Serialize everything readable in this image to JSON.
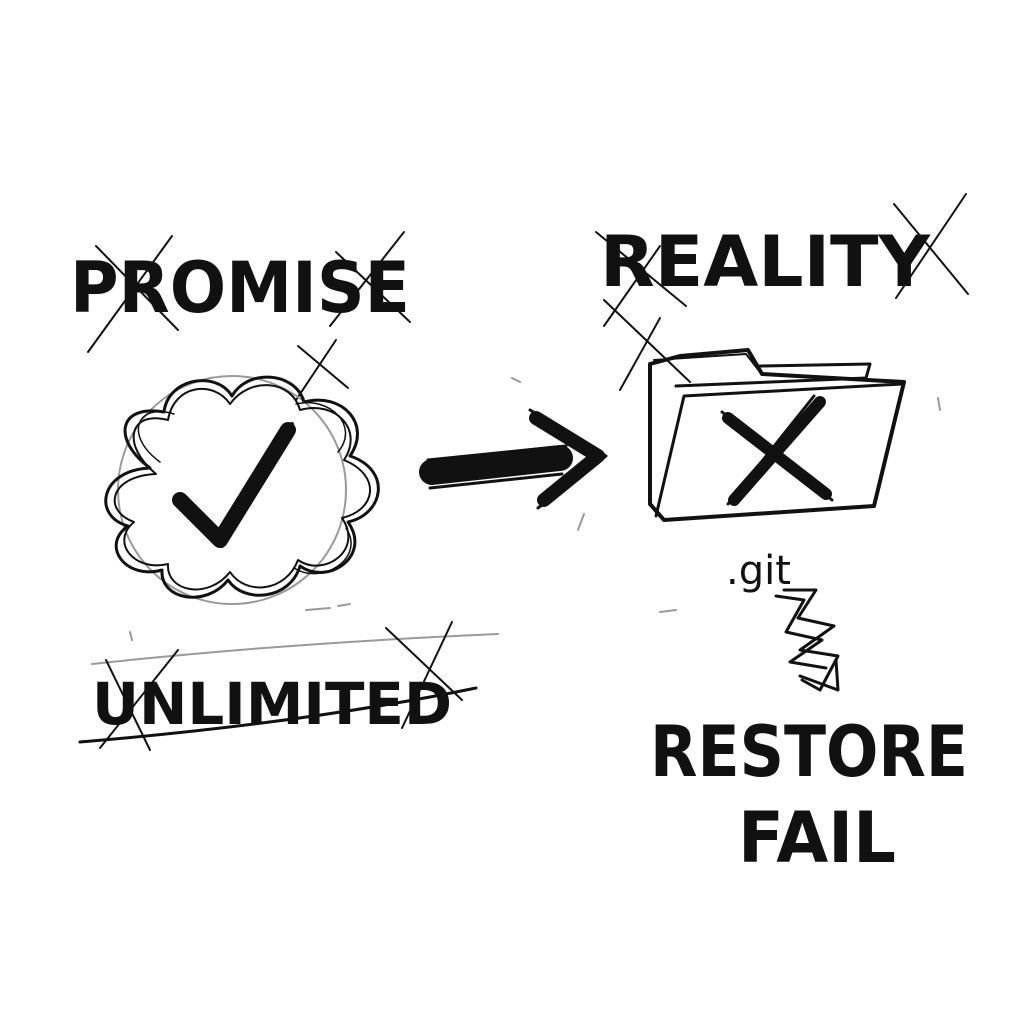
{
  "labels": {
    "promise": "PROMISE",
    "unlimited": "UNLIMITED",
    "reality": "REALITY",
    "git": ".git",
    "restore": "RESTORE",
    "fail": "FAIL"
  },
  "icons": {
    "cloud": "cloud-icon",
    "checkmark": "checkmark-icon",
    "arrow": "arrow-right-icon",
    "folder": "folder-icon",
    "folder_x": "x-mark-icon",
    "lightning": "lightning-bolt-icon"
  },
  "colors": {
    "ink": "#111111",
    "background": "#ffffff"
  }
}
